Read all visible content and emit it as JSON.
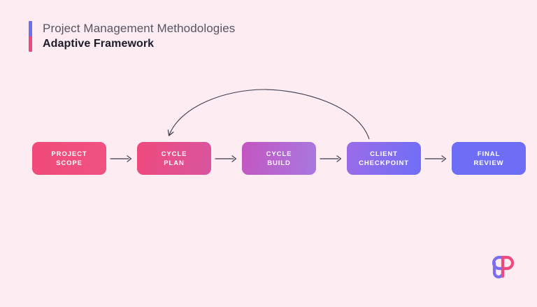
{
  "header": {
    "title": "Project Management Methodologies",
    "subtitle": "Adaptive Framework",
    "accent_top_color": "#6d6ef5",
    "accent_bottom_color": "#f2477d"
  },
  "background_color": "#fdecf1",
  "diagram": {
    "type": "process-flow",
    "direction": "left-to-right",
    "nodes": [
      {
        "id": "project-scope",
        "line1": "PROJECT",
        "line2": "SCOPE",
        "gradient_from": "#f04a78",
        "gradient_to": "#ef5283"
      },
      {
        "id": "cycle-plan",
        "line1": "CYCLE",
        "line2": "PLAN",
        "gradient_from": "#ef4a7c",
        "gradient_to": "#d8559f"
      },
      {
        "id": "cycle-build",
        "line1": "CYCLE",
        "line2": "BUILD",
        "gradient_from": "#c455c0",
        "gradient_to": "#a878e0"
      },
      {
        "id": "client-checkpoint",
        "line1": "CLIENT",
        "line2": "CHECKPOINT",
        "gradient_from": "#9b6ce8",
        "gradient_to": "#6f6ef6"
      },
      {
        "id": "final-review",
        "line1": "FINAL",
        "line2": "REVIEW",
        "gradient_from": "#6d6ef5",
        "gradient_to": "#6d6ef5"
      }
    ],
    "connectors": [
      {
        "id": "arrow-1",
        "from": "project-scope",
        "to": "cycle-plan",
        "style": "straight"
      },
      {
        "id": "arrow-2",
        "from": "cycle-plan",
        "to": "cycle-build",
        "style": "straight"
      },
      {
        "id": "arrow-3",
        "from": "cycle-build",
        "to": "client-checkpoint",
        "style": "straight"
      },
      {
        "id": "arrow-4",
        "from": "client-checkpoint",
        "to": "final-review",
        "style": "straight"
      }
    ],
    "feedback_loop": {
      "id": "feedback-arrow",
      "from": "client-checkpoint",
      "to": "cycle-plan",
      "style": "curved",
      "color": "#3c3c4e"
    },
    "arrow_color": "#3c3c4e"
  },
  "logo": {
    "name": "brand-logo",
    "left_color": "#7b6cf0",
    "right_color": "#ef4a7c"
  }
}
